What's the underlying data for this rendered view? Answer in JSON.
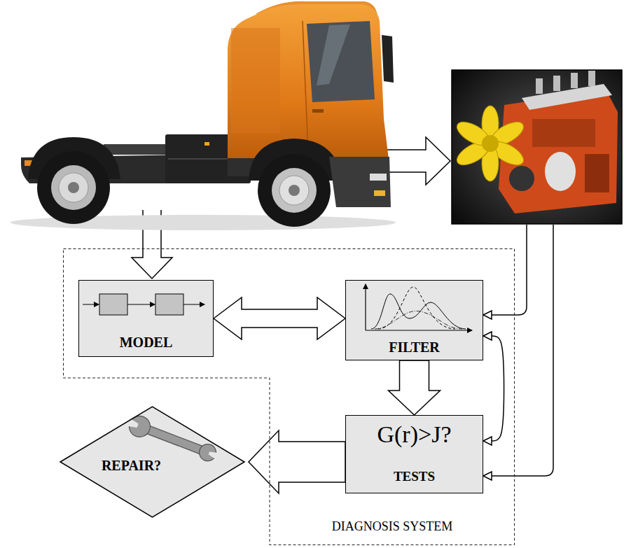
{
  "diagram": {
    "nodes": [
      {
        "text": [
          "DIAGNOSIS SYSTEM"
        ]
      },
      {
        "text": [
          "MODEL"
        ],
        "in": 0
      },
      {
        "text": [
          "FILTER"
        ],
        "in": 0
      },
      {
        "text": [
          "G(r)>J?",
          "TESTS"
        ],
        "in": 0
      },
      {
        "text": [
          "REPAIR?"
        ]
      }
    ],
    "edges": [
      {
        "from": 1,
        "to": 2,
        "arrow": "both"
      },
      {
        "from": 2,
        "to": 3,
        "arrow": "to"
      },
      {
        "from": 3,
        "to": 4,
        "arrow": "to"
      },
      {
        "from": 2,
        "to": 3,
        "arrow": "both"
      }
    ]
  }
}
